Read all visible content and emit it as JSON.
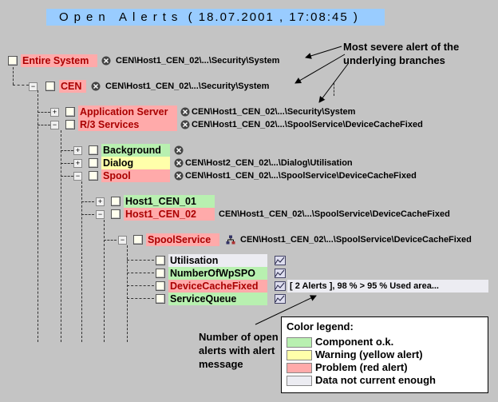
{
  "title": {
    "prefix": "Open Alerts",
    "suffix": "( 18.07.2001 , 17:08:45 )"
  },
  "annotations": {
    "severe_line1": "Most severe alert of the",
    "severe_line2": "underlying branches",
    "open_line1": "Number of open",
    "open_line2": "alerts with alert",
    "open_line3": "message"
  },
  "tree": {
    "entire_system": {
      "label": "Entire System",
      "path": "CEN\\Host1_CEN_02\\...\\Security\\System"
    },
    "cen": {
      "label": "CEN",
      "path": "CEN\\Host1_CEN_02\\...\\Security\\System"
    },
    "app_server": {
      "label": "Application Server",
      "path": "CEN\\Host1_CEN_02\\...\\Security\\System"
    },
    "r3_services": {
      "label": "R/3 Services",
      "path": "CEN\\Host1_CEN_02\\...\\SpoolService\\DeviceCacheFixed"
    },
    "background": {
      "label": "Background"
    },
    "dialog": {
      "label": "Dialog",
      "path": "CEN\\Host2_CEN_02\\...\\Dialog\\Utilisation"
    },
    "spool": {
      "label": "Spool",
      "path": "CEN\\Host1_CEN_02\\...\\SpoolService\\DeviceCacheFixed"
    },
    "host1_cen_01": {
      "label": "Host1_CEN_01"
    },
    "host1_cen_02": {
      "label": "Host1_CEN_02",
      "path": "CEN\\Host1_CEN_02\\...\\SpoolService\\DeviceCacheFixed"
    },
    "spool_service": {
      "label": "SpoolService",
      "path": "CEN\\Host1_CEN_02\\...\\SpoolService\\DeviceCacheFixed"
    },
    "utilisation": {
      "label": "Utilisation"
    },
    "number_of_wp_spo": {
      "label": "NumberOfWpSPO"
    },
    "device_cache_fixed": {
      "label": "DeviceCacheFixed",
      "message": "[ 2 Alerts ], 98 % > 95 %  Used area..."
    },
    "service_queue": {
      "label": "ServiceQueue"
    }
  },
  "legend": {
    "title": "Color legend:",
    "items": [
      {
        "label": "Component o.k.",
        "color": "#b8f0b0"
      },
      {
        "label": "Warning (yellow alert)",
        "color": "#ffffaa"
      },
      {
        "label": "Problem (red alert)",
        "color": "#ffaaaa"
      },
      {
        "label": "Data not current enough",
        "color": "#ececf2"
      }
    ]
  },
  "colors": {
    "title_bg": "#99ccff",
    "background": "#c4c4c4",
    "red_text": "#aa0000"
  }
}
